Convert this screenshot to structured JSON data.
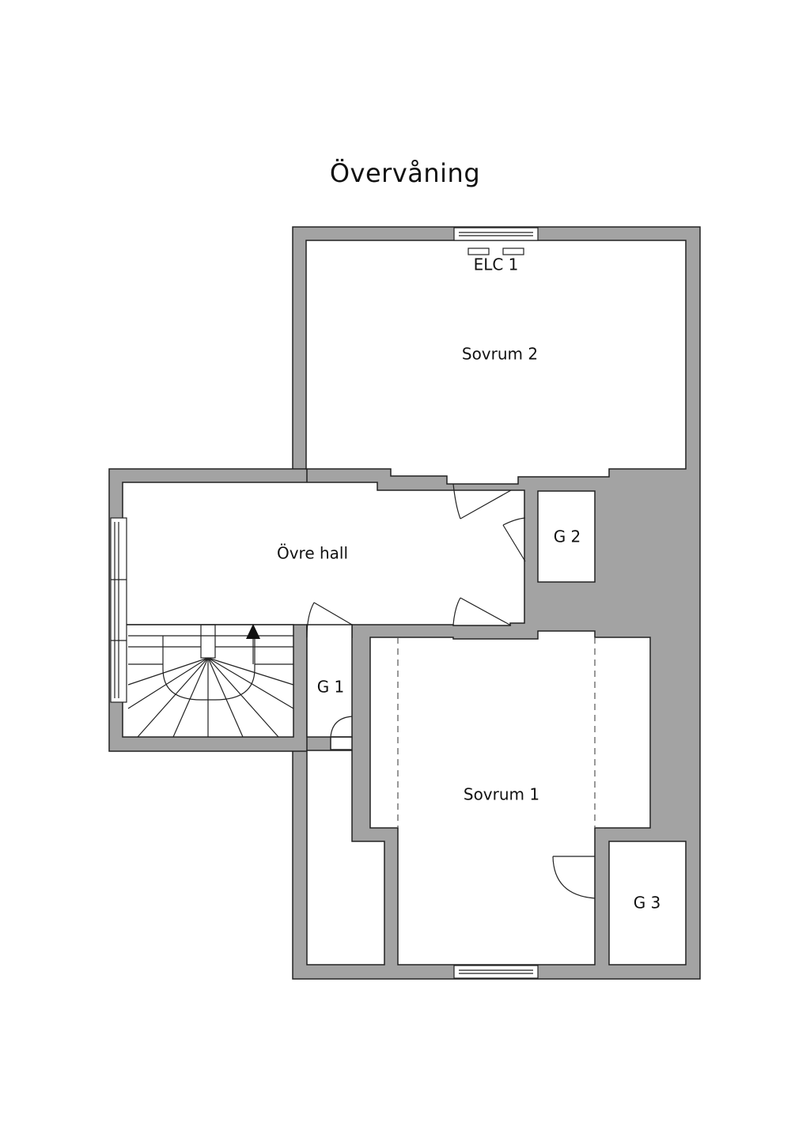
{
  "title": "Övervåning",
  "rooms": {
    "elc": "ELC 1",
    "sovrum2": "Sovrum 2",
    "ovre_hall": "Övre hall",
    "g2": "G 2",
    "g1": "G 1",
    "sovrum1": "Sovrum 1",
    "g3": "G 3"
  },
  "colors": {
    "wall_fill": "#a3a3a3",
    "floor": "#ffffff",
    "line": "#222222"
  }
}
